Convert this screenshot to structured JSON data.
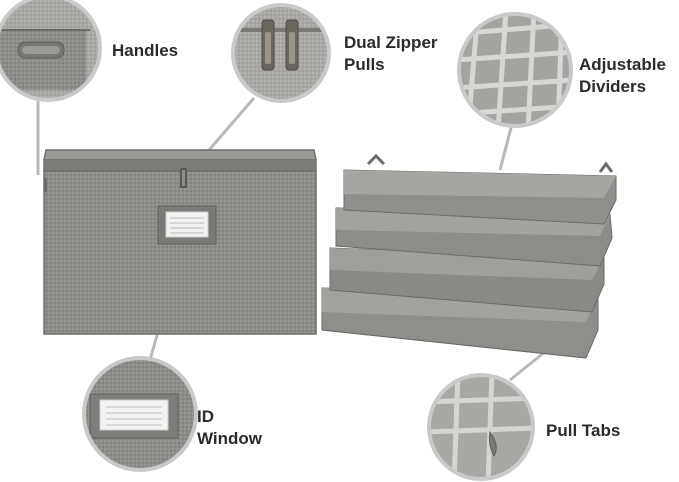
{
  "callouts": {
    "handles": "Handles",
    "zipper_line1": "Dual Zipper",
    "zipper_line2": "Pulls",
    "dividers_line1": "Adjustable",
    "dividers_line2": "Dividers",
    "window_line1": "ID",
    "window_line2": "Window",
    "pull_tabs": "Pull Tabs"
  },
  "colors": {
    "fabric": "#8f8e8b",
    "fabric_dark": "#6f6e6b",
    "tray": "#9c9b98",
    "tray_dark": "#7c7b78",
    "circle_border": "#c9c9c9",
    "leader_line": "#b8b8b8"
  }
}
